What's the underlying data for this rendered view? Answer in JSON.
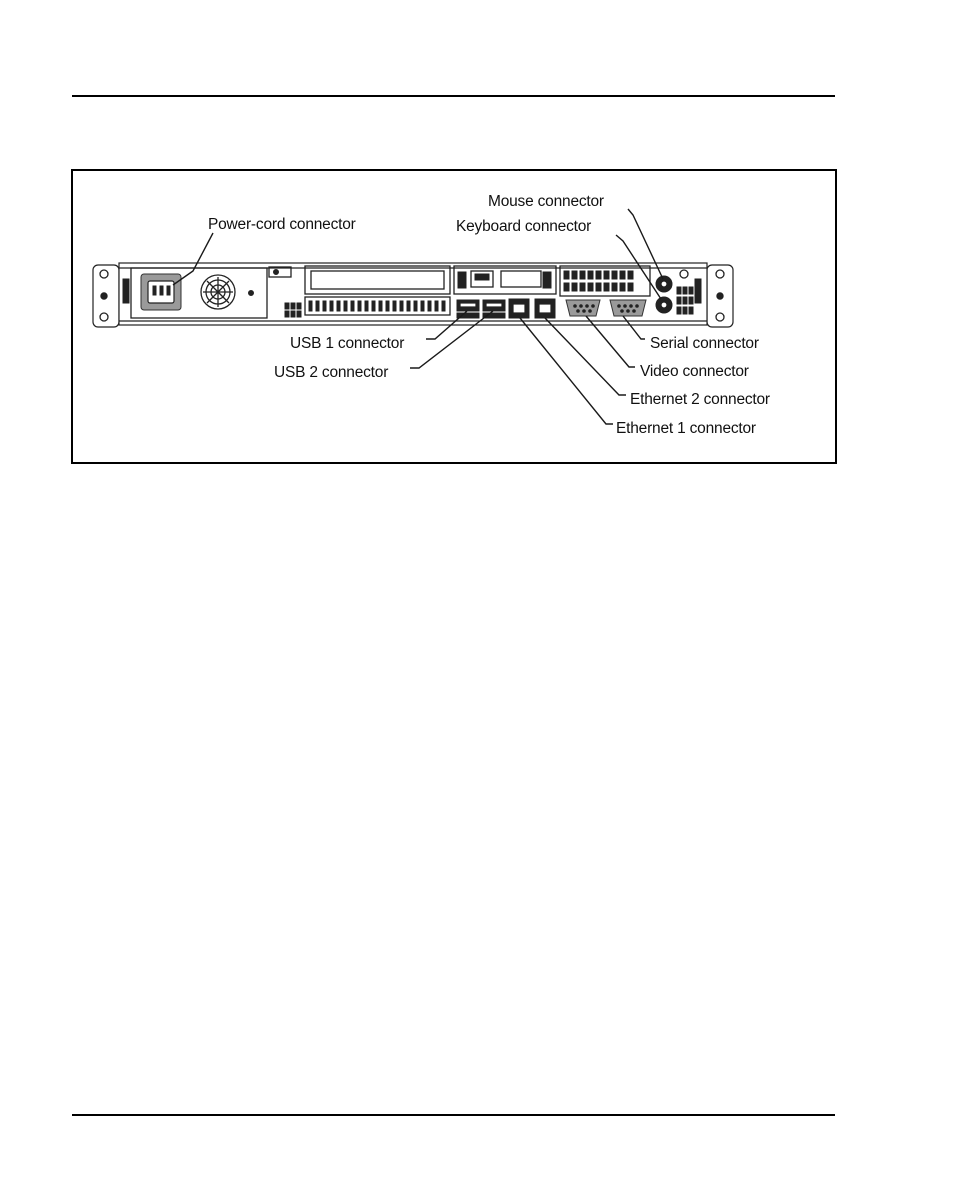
{
  "figure": {
    "callouts": {
      "mouse": "Mouse connector",
      "keyboard": "Keyboard connector",
      "power_cord": "Power-cord connector",
      "usb1": "USB 1 connector",
      "usb2": "USB 2 connector",
      "serial": "Serial connector",
      "video": "Video connector",
      "ethernet2": "Ethernet 2 connector",
      "ethernet1": "Ethernet 1 connector"
    }
  }
}
